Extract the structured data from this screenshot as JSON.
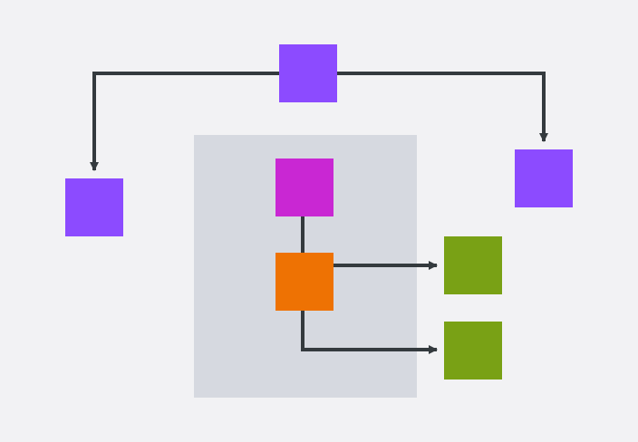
{
  "diagram": {
    "colors": {
      "background": "#F2F2F4",
      "group": "#D6D9E0",
      "connector": "#343A3E",
      "purple": "#8C4BFF",
      "magenta": "#C927D3",
      "orange": "#EE7203",
      "green": "#79A115"
    },
    "nodes": [
      {
        "id": "top",
        "color": "purple"
      },
      {
        "id": "left",
        "color": "purple"
      },
      {
        "id": "right",
        "color": "purple"
      },
      {
        "id": "center-top",
        "color": "magenta"
      },
      {
        "id": "center-mid",
        "color": "orange"
      },
      {
        "id": "green-upper",
        "color": "green"
      },
      {
        "id": "green-lower",
        "color": "green"
      }
    ]
  }
}
